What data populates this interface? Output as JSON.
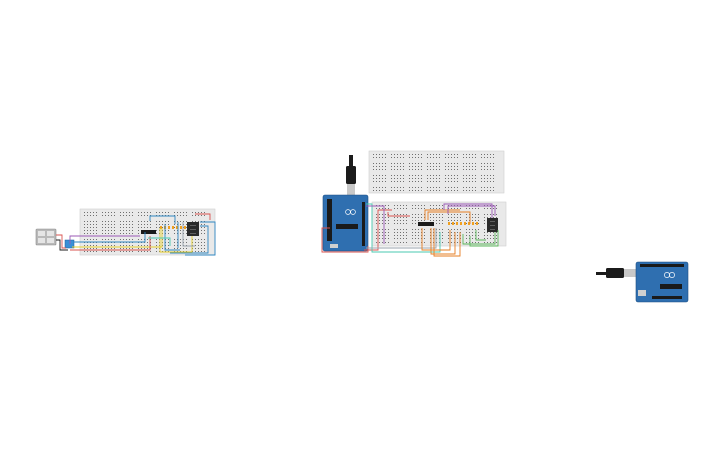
{
  "canvas": {
    "background": "#ffffff"
  },
  "colors": {
    "breadboard": "#e9e9e9",
    "breadboard_border": "#cfcfcf",
    "hole": "#6f6f6f",
    "arduino": "#2f6fb0",
    "arduino_dark": "#1e4f82",
    "chip": "#1a1a1a",
    "seven_segment": "#2a2a2a",
    "segment_on": "#5f5f5f",
    "usb_plug": "#1b1b1b",
    "usb_metal": "#c8c8c8",
    "battery": "#b9b9b9",
    "dip_switch": "#3a8fd6",
    "led_orange": "#f0a020",
    "wire_purple": "#9b59b6",
    "wire_blue": "#2e86c1",
    "wire_red": "#d9534f",
    "wire_yellow": "#e6cf2c",
    "wire_green": "#5cb85c",
    "wire_orange": "#e67e22",
    "wire_teal": "#48c9b0",
    "wire_gray": "#9aa3ad"
  },
  "icons": {
    "arduino_logo": "infinity-logo-icon",
    "usb_connector": "usb-plug-icon"
  },
  "components": {
    "circuit_a": [
      "battery",
      "dip-switch",
      "breadboard",
      "ic-chip",
      "led-row",
      "seven-segment-display"
    ],
    "circuit_b": [
      "arduino-uno",
      "usb-cable",
      "breadboard-upper",
      "breadboard-lower",
      "ic-chip",
      "led-row",
      "seven-segment-display"
    ],
    "circuit_c": [
      "arduino-uno",
      "usb-cable"
    ]
  }
}
